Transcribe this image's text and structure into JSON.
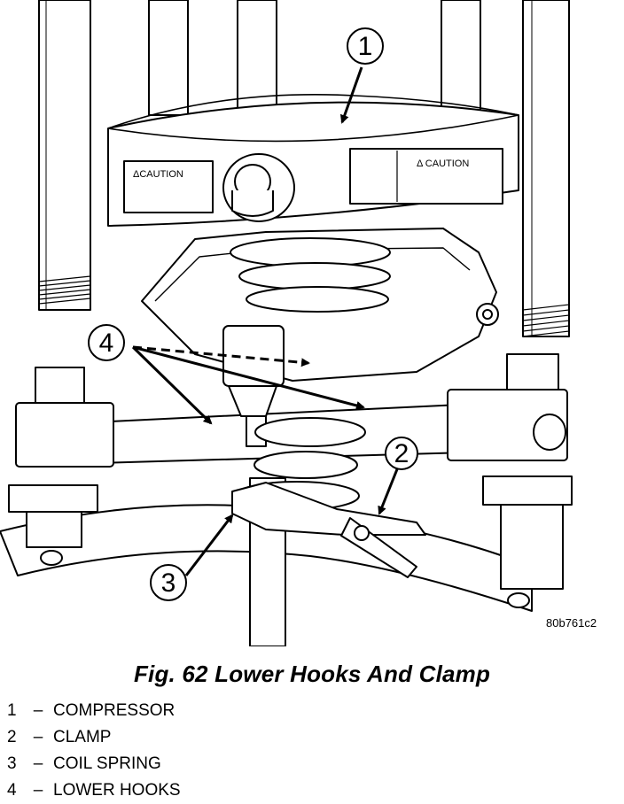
{
  "figure": {
    "code": "80b761c2",
    "caption": "Fig. 62 Lower Hooks And Clamp",
    "caution_left": "ΔCAUTION",
    "caution_right": "Δ CAUTION"
  },
  "callouts": [
    "1",
    "2",
    "3",
    "4"
  ],
  "legend": [
    {
      "num": "1",
      "dash": "–",
      "label": "COMPRESSOR"
    },
    {
      "num": "2",
      "dash": "–",
      "label": "CLAMP"
    },
    {
      "num": "3",
      "dash": "–",
      "label": "COIL SPRING"
    },
    {
      "num": "4",
      "dash": "–",
      "label": "LOWER HOOKS"
    }
  ]
}
